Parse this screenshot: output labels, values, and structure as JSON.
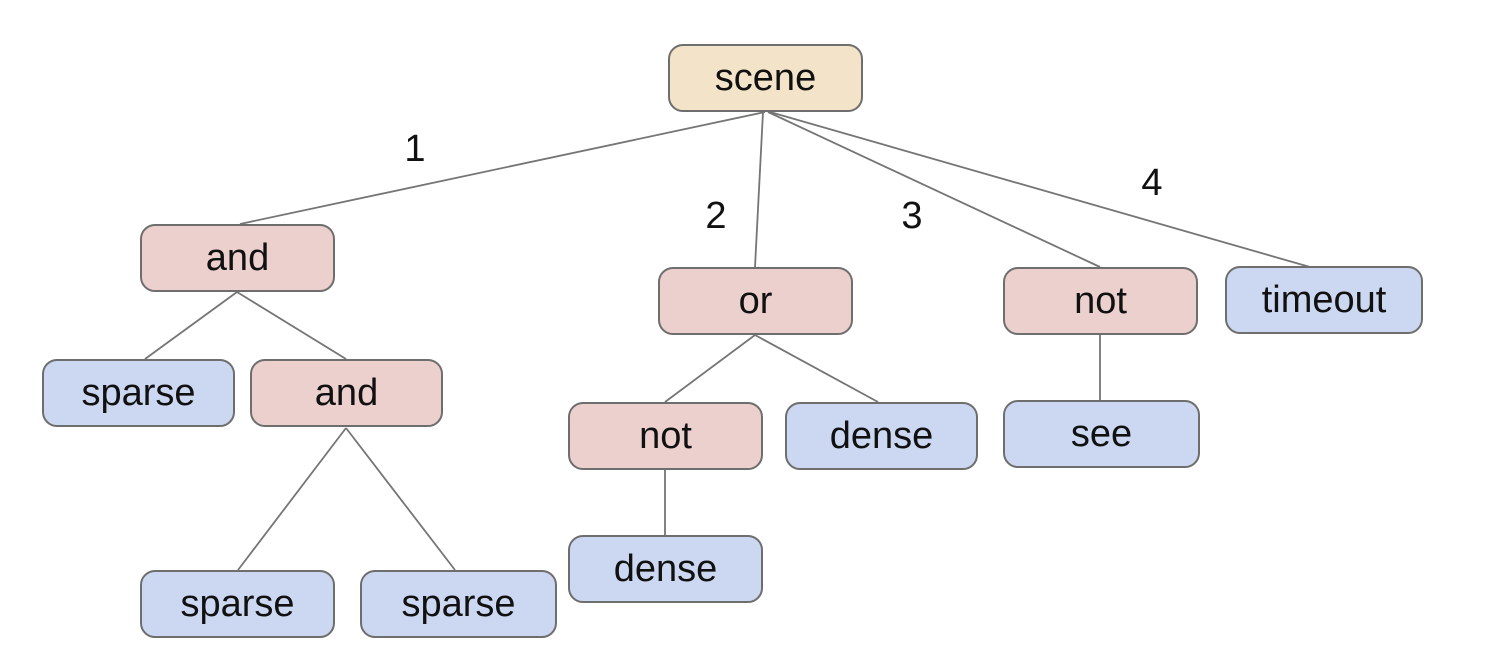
{
  "diagram": {
    "type": "tree",
    "nodes": [
      {
        "id": "scene",
        "label": "scene",
        "role": "root"
      },
      {
        "id": "and-1",
        "label": "and",
        "role": "operator"
      },
      {
        "id": "or-1",
        "label": "or",
        "role": "operator"
      },
      {
        "id": "not-1",
        "label": "not",
        "role": "operator"
      },
      {
        "id": "timeout-1",
        "label": "timeout",
        "role": "leaf"
      },
      {
        "id": "sparse-1",
        "label": "sparse",
        "role": "leaf"
      },
      {
        "id": "and-2",
        "label": "and",
        "role": "operator"
      },
      {
        "id": "not-2",
        "label": "not",
        "role": "operator"
      },
      {
        "id": "dense-1",
        "label": "dense",
        "role": "leaf"
      },
      {
        "id": "see-1",
        "label": "see",
        "role": "leaf"
      },
      {
        "id": "sparse-2",
        "label": "sparse",
        "role": "leaf"
      },
      {
        "id": "sparse-3",
        "label": "sparse",
        "role": "leaf"
      },
      {
        "id": "dense-2",
        "label": "dense",
        "role": "leaf"
      }
    ],
    "edges": [
      {
        "parent": "scene",
        "child": "and-1",
        "label": "1"
      },
      {
        "parent": "scene",
        "child": "or-1",
        "label": "2"
      },
      {
        "parent": "scene",
        "child": "not-1",
        "label": "3"
      },
      {
        "parent": "scene",
        "child": "timeout-1",
        "label": "4"
      },
      {
        "parent": "and-1",
        "child": "sparse-1"
      },
      {
        "parent": "and-1",
        "child": "and-2"
      },
      {
        "parent": "and-2",
        "child": "sparse-2"
      },
      {
        "parent": "and-2",
        "child": "sparse-3"
      },
      {
        "parent": "or-1",
        "child": "not-2"
      },
      {
        "parent": "or-1",
        "child": "dense-1"
      },
      {
        "parent": "not-2",
        "child": "dense-2"
      },
      {
        "parent": "not-1",
        "child": "see-1"
      }
    ],
    "colors": {
      "root-fill": "#f3e3c8",
      "operator-fill": "#ecd0cd",
      "leaf-fill": "#ccd8f2",
      "node-border": "#6e6e6e",
      "edge-line": "#757575",
      "text": "#111111",
      "background": "#ffffff"
    }
  }
}
